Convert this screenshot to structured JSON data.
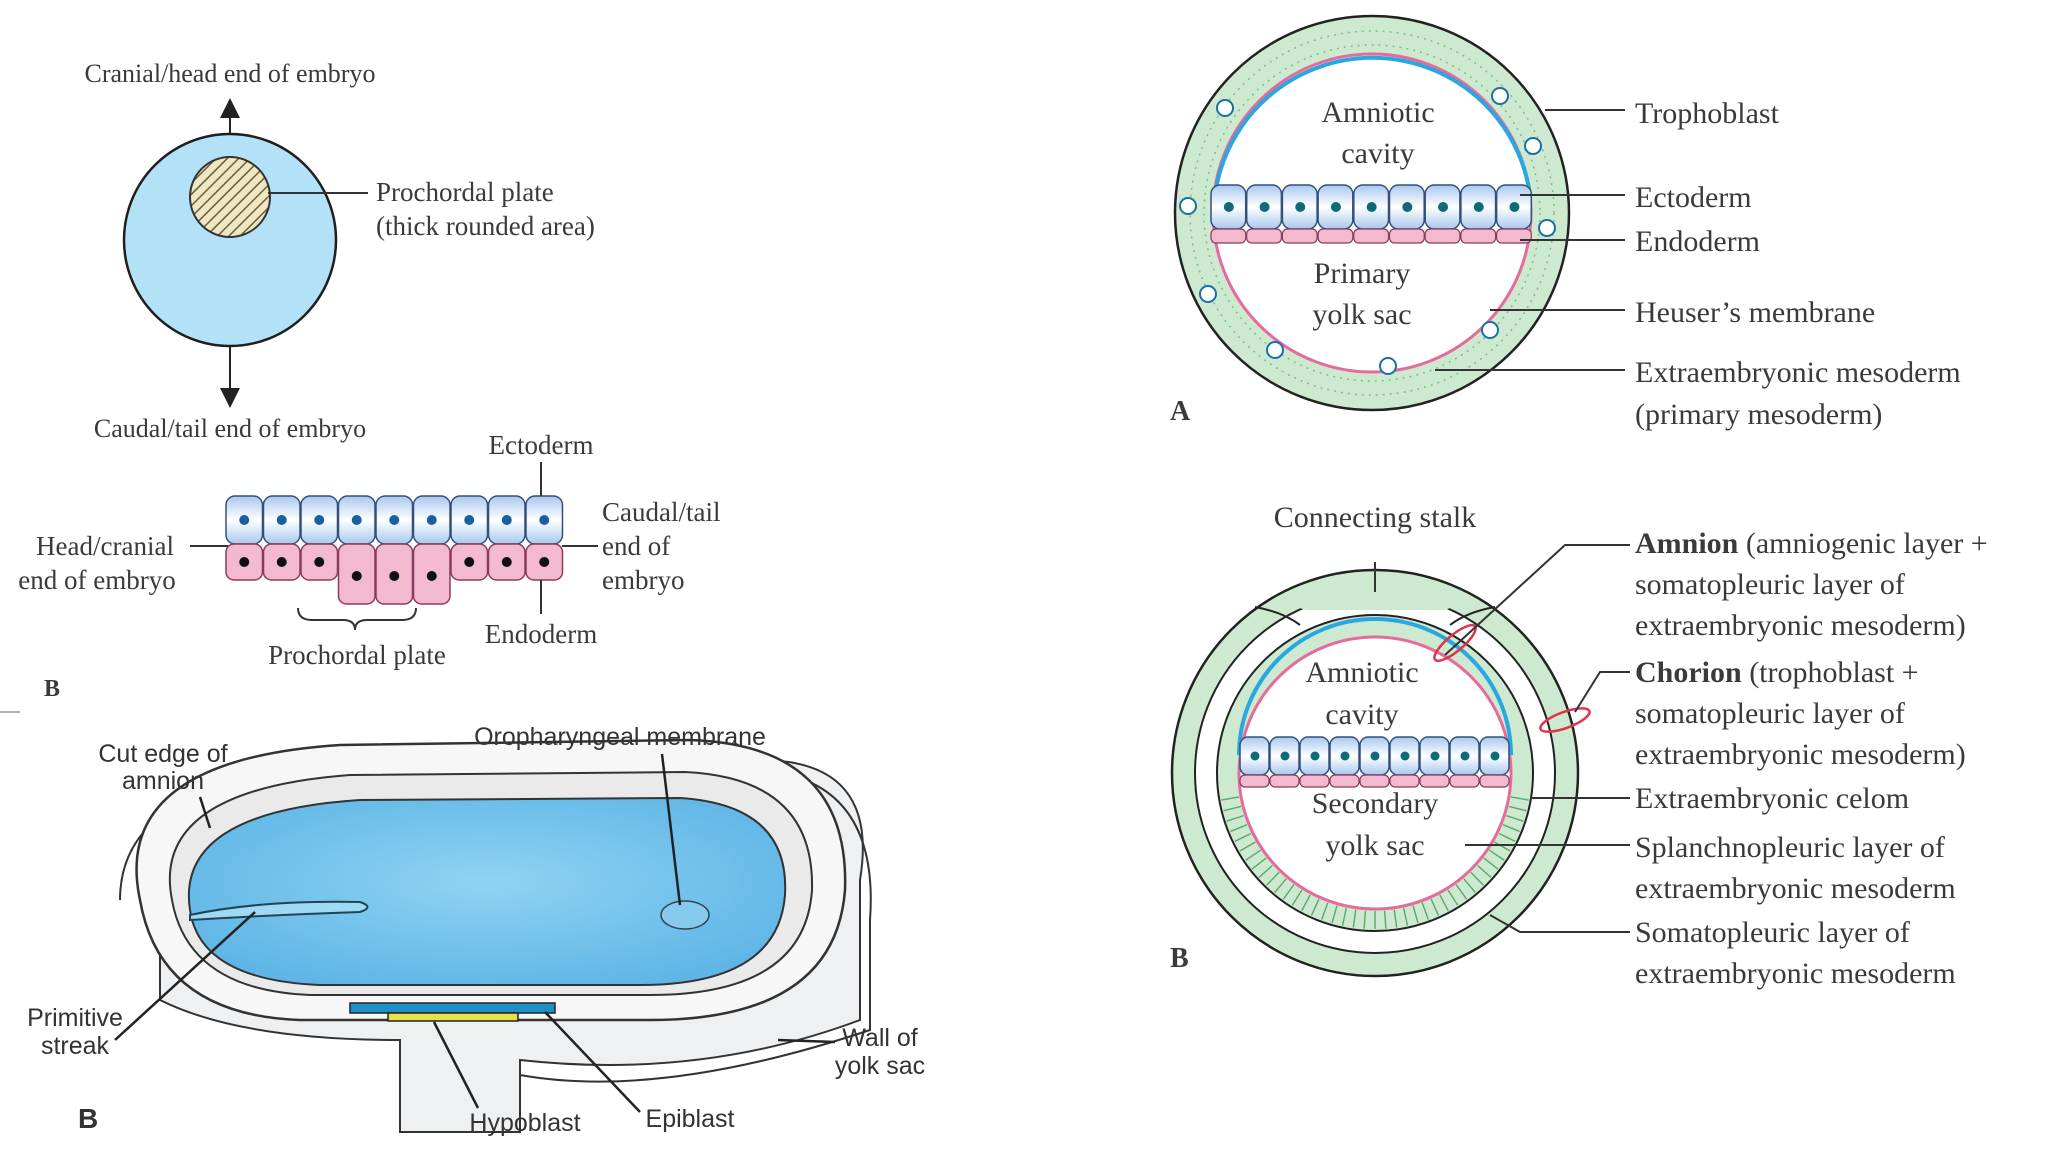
{
  "colors": {
    "disc_blue": "#b3e2f8",
    "endoderm_pink": "#f2b9cf",
    "green_meso": "#cde9cf",
    "amnion_blue": "#2aa7e0",
    "heuser_pink": "#e56b9a",
    "ectoderm_cell": "#c6dcf3",
    "embryo_blue": "#7cc8ee",
    "label_line": "#333333"
  },
  "panel_top_left": {
    "cranial_label": "Cranial/head end of embryo",
    "prochordal_label_1": "Prochordal plate",
    "prochordal_label_2": "(thick rounded area)",
    "caudal_label": "Caudal/tail end of embryo"
  },
  "panel_mid_left": {
    "ectoderm": "Ectoderm",
    "head_1": "Head/cranial",
    "head_2": "end of embryo",
    "caudal_1": "Caudal/tail",
    "caudal_2": "end of",
    "caudal_3": "embryo",
    "endoderm": "Endoderm",
    "prochordal": "Prochordal plate",
    "panel_letter": "B"
  },
  "panel_bottom_left": {
    "cut_edge_1": "Cut edge of",
    "cut_edge_2": "amnion",
    "oropharyngeal": "Oropharyngeal membrane",
    "primitive_1": "Primitive",
    "primitive_2": "streak",
    "wall_1": "Wall of",
    "wall_2": "yolk sac",
    "hypoblast": "Hypoblast",
    "epiblast": "Epiblast",
    "panel_letter": "B"
  },
  "panel_top_right": {
    "amniotic_1": "Amniotic",
    "amniotic_2": "cavity",
    "yolk_1": "Primary",
    "yolk_2": "yolk sac",
    "trophoblast": "Trophoblast",
    "ectoderm": "Ectoderm",
    "endoderm": "Endoderm",
    "heuser": "Heuser’s membrane",
    "extra_meso_1": "Extraembryonic mesoderm",
    "extra_meso_2": "(primary mesoderm)",
    "panel_letter": "A"
  },
  "panel_bottom_right": {
    "connecting_stalk": "Connecting stalk",
    "amniotic_1": "Amniotic",
    "amniotic_2": "cavity",
    "yolk_1": "Secondary",
    "yolk_2": "yolk sac",
    "amnion_bold": "Amnion",
    "amnion_rest": " (amniogenic layer +",
    "amnion_2": "somatopleuric layer of",
    "amnion_3": "extraembryonic mesoderm)",
    "chorion_bold": "Chorion",
    "chorion_rest": " (trophoblast +",
    "chorion_2": "somatopleuric layer of",
    "chorion_3": "extraembryonic mesoderm)",
    "celom": "Extraembryonic celom",
    "splanch_1": "Splanchnopleuric layer of",
    "splanch_2": "extraembryonic mesoderm",
    "somato_1": "Somatopleuric layer of",
    "somato_2": "extraembryonic mesoderm",
    "panel_letter": "B"
  }
}
